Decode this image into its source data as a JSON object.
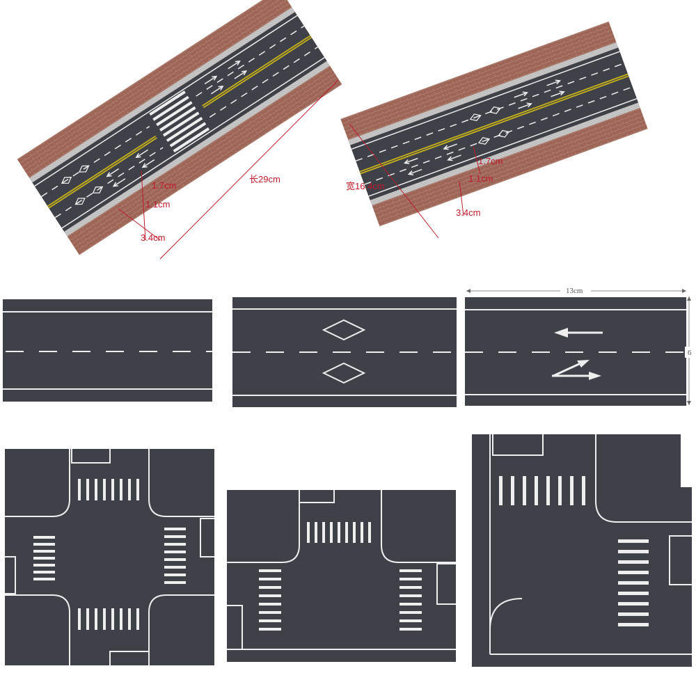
{
  "colors": {
    "asphalt": "#3f4149",
    "marking": "#eeeeee",
    "yellow_line": "#c8b21a",
    "brick": "#9c6556",
    "curb": "#c9c9c9",
    "dimension_red": "#c0192a",
    "dimension_gray": "#666666"
  },
  "straight_road_photo": {
    "length_label": "长29cm",
    "sidewalk_label": "3.4cm",
    "curb_label": "1.1cm",
    "lane_edge_label": "1.7cm"
  },
  "straight_road_photo_2": {
    "width_label": "宽16.4cm",
    "sidewalk_label": "3.4cm",
    "curb_label": "1.1cm",
    "lane_edge_label": "1.7cm"
  },
  "road_tiles": {
    "width_label": "13cm",
    "height_label": "6"
  }
}
